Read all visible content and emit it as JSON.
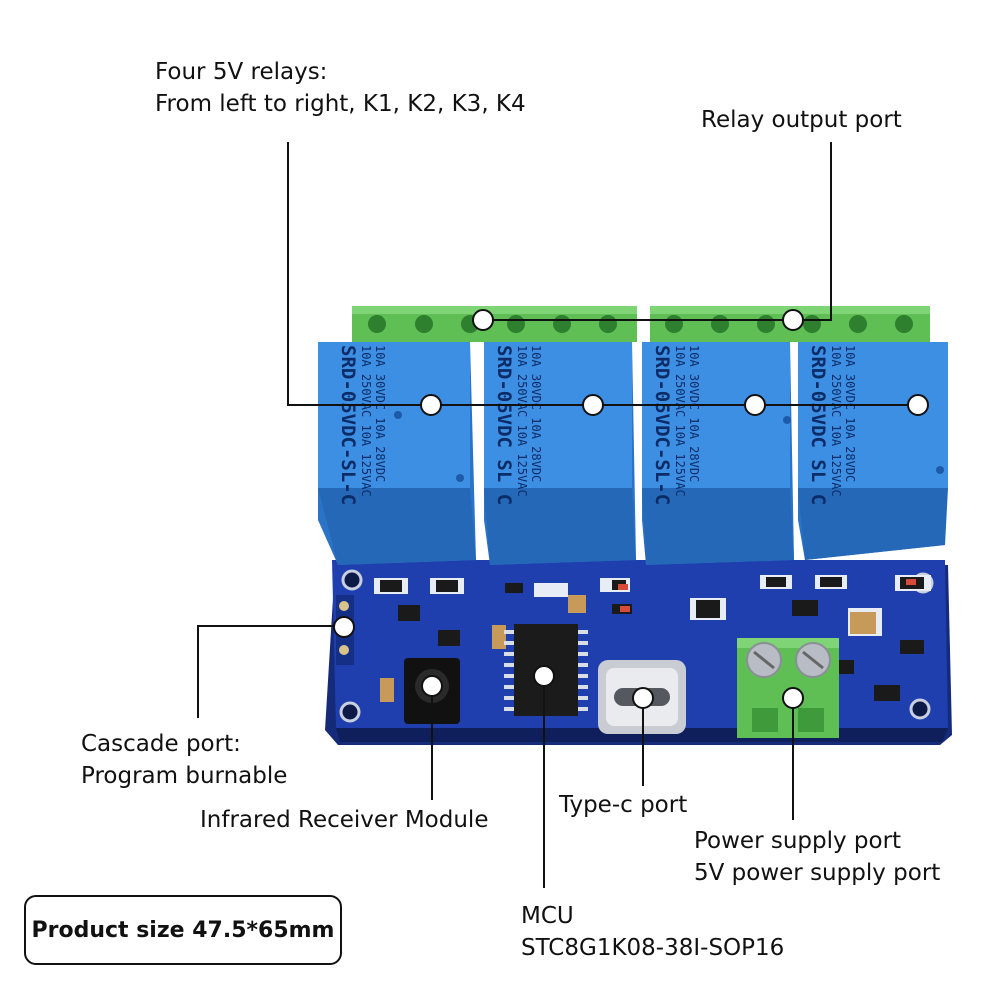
{
  "annotations": {
    "relays": {
      "line1": "Four 5V relays:",
      "line2": "From left to right, K1, K2, K3, K4"
    },
    "relay_output": "Relay output port",
    "cascade": {
      "line1": "Cascade port:",
      "line2": "Program burnable"
    },
    "infrared": "Infrared Receiver Module",
    "typec": "Type-c port",
    "power": {
      "line1": "Power supply port",
      "line2": "5V power supply port"
    },
    "mcu": {
      "line1": "MCU",
      "line2": "STC8G1K08-38I-SOP16"
    }
  },
  "product_size": "Product size 47.5*65mm",
  "relay_markings": {
    "k1": [
      "SRD-05VDC-SL-C",
      "10A 250VAC 10A 125VAC",
      "10A 30VDC 10A 28VDC"
    ],
    "k2": [
      "SRD-05VDC SL C",
      "10A 250VAC 10A 125VAC",
      "10A 30VDC 10A 28VDC"
    ],
    "k3": [
      "SRD-05VDC-SL-C",
      "10A 250VAC 10A 125VAC",
      "10A 30VDC 10A 28VDC"
    ],
    "k4": [
      "SRD-05VDC SL C",
      "10A 250VAC 10A 125VAC",
      "10A 30VDC 10A 28VDC"
    ]
  },
  "colors": {
    "pcb": "#1f3fae",
    "pcb_dark": "#162f86",
    "relay": "#2f7fd6",
    "relay_top": "#3d8fe4",
    "terminal": "#5fbf55",
    "terminal_dark": "#3e9a3a",
    "silk": "#e8ecf5",
    "line": "#111111"
  }
}
